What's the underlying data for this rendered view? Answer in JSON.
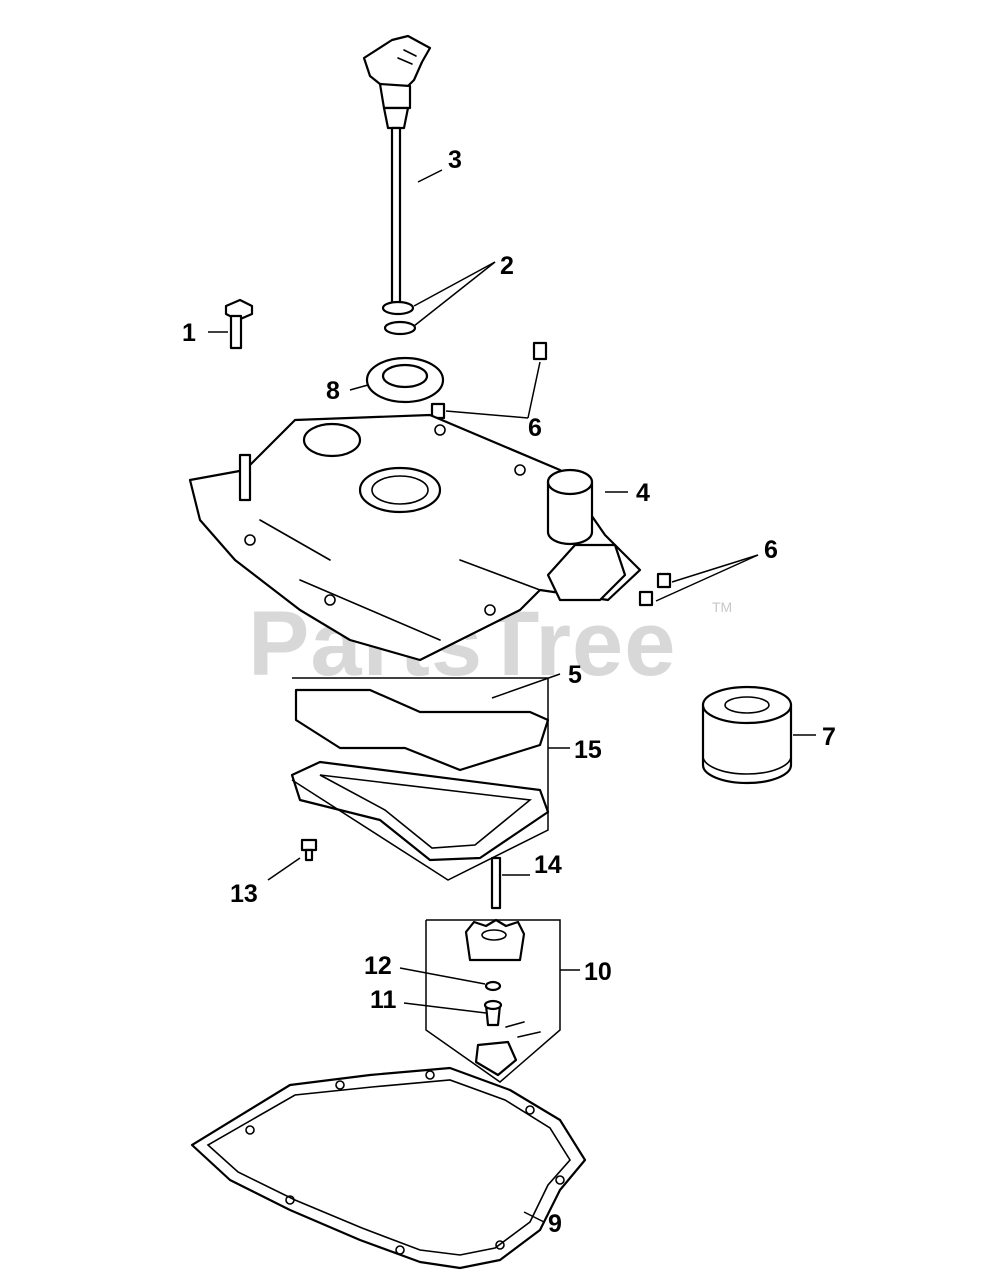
{
  "watermark": {
    "text": "PartsTree",
    "trademark": "TM"
  },
  "callouts": [
    "1",
    "2",
    "3",
    "4",
    "5",
    "6",
    "6",
    "7",
    "8",
    "9",
    "10",
    "11",
    "12",
    "13",
    "14",
    "15"
  ],
  "colors": {
    "line": "#000000",
    "background": "#ffffff",
    "watermark": "#d8d8d8"
  }
}
